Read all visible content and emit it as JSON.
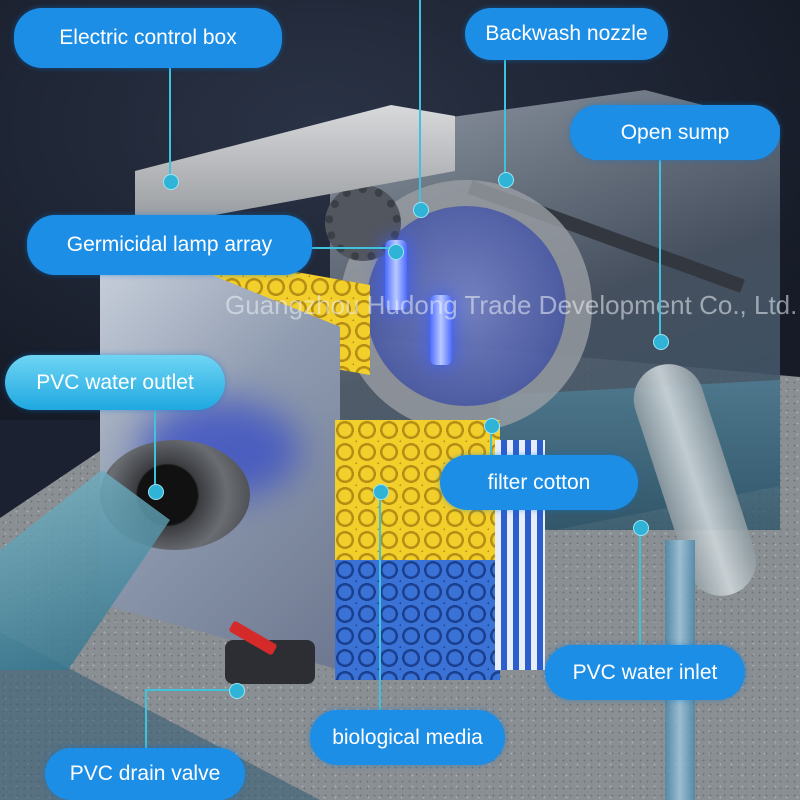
{
  "labels": {
    "electric_control_box": "Electric control box",
    "backwash_nozzle": "Backwash nozzle",
    "open_sump": "Open sump",
    "germicidal_lamp_array": "Germicidal lamp array",
    "pvc_water_outlet": "PVC water outlet",
    "filter_cotton": "filter cotton",
    "pvc_water_inlet": "PVC water inlet",
    "biological_media": "biological media",
    "pvc_drain_valve": "PVC drain valve"
  },
  "watermark": "Guangzhou Hudong Trade Development Co., Ltd.",
  "colors": {
    "label_bg": "#1d8ee6",
    "leader_line": "#3fc3dc",
    "background": "#1b2130"
  }
}
